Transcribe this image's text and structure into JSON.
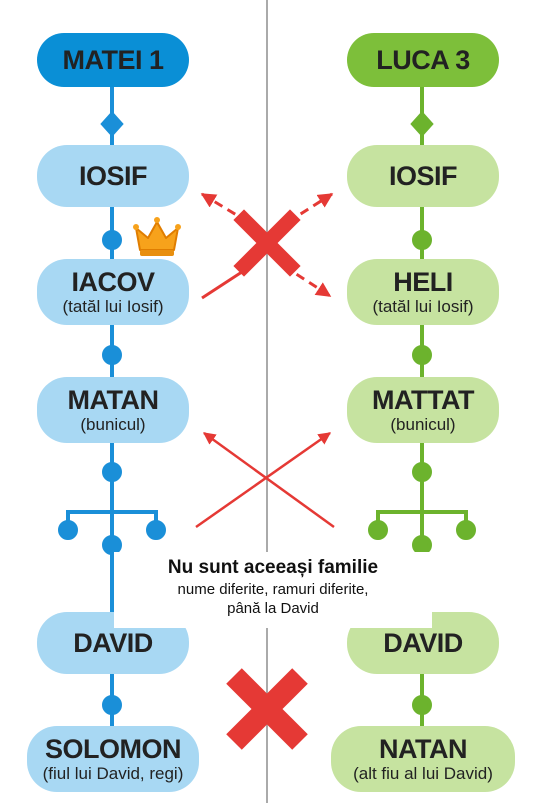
{
  "colors": {
    "blue_line": "#1a8fd8",
    "green_line": "#6cb32d",
    "red": "#e53935",
    "crown": "#f7a21b",
    "divider": "#aaaaaa"
  },
  "left": {
    "header": "MATEI 1",
    "nodes": [
      {
        "name": "IOSIF",
        "sub": ""
      },
      {
        "name": "IACOV",
        "sub": "(tatăl lui Iosif)"
      },
      {
        "name": "MATAN",
        "sub": "(bunicul)"
      },
      {
        "name": "DAVID",
        "sub": ""
      },
      {
        "name": "SOLOMON",
        "sub": "(fiul lui David, regi)"
      }
    ]
  },
  "right": {
    "header": "LUCA 3",
    "nodes": [
      {
        "name": "IOSIF",
        "sub": ""
      },
      {
        "name": "HELI",
        "sub": "(tatăl lui Iosif)"
      },
      {
        "name": "MATTAT",
        "sub": "(bunicul)"
      },
      {
        "name": "DAVID",
        "sub": ""
      },
      {
        "name": "NATAN",
        "sub": "(alt fiu al lui David)"
      }
    ]
  },
  "note": {
    "title": "Nu sunt aceeași familie",
    "line1": "nume diferite, ramuri diferite,",
    "line2": "până la David"
  },
  "icons": [
    "crown-icon",
    "red-cross-icon",
    "red-cross-icon"
  ]
}
